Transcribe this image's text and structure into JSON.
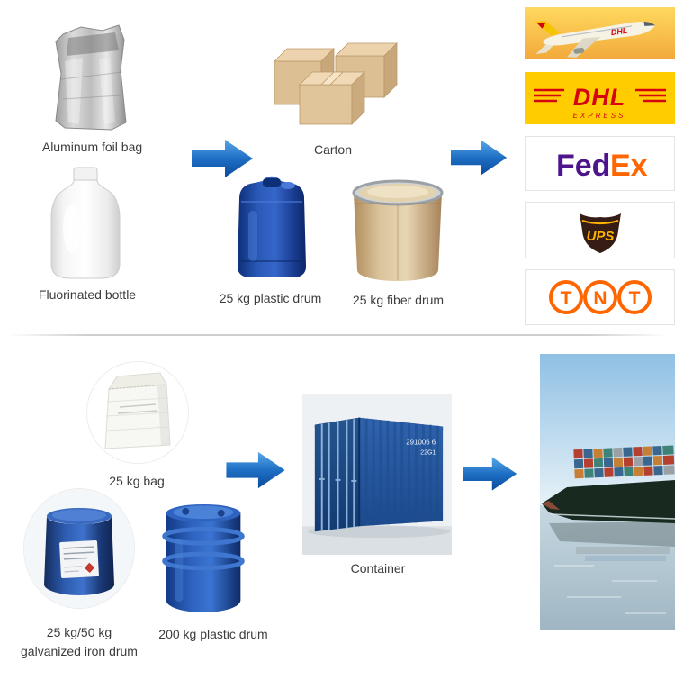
{
  "labels": {
    "aluminum_foil_bag": "Aluminum foil bag",
    "carton": "Carton",
    "fluorinated_bottle": "Fluorinated bottle",
    "plastic_drum_25kg": "25 kg plastic drum",
    "fiber_drum_25kg": "25 kg fiber drum",
    "bag_25kg": "25 kg bag",
    "container": "Container",
    "iron_drum_line1": "25 kg/50 kg",
    "iron_drum_line2": "galvanized iron drum",
    "plastic_drum_200kg": "200 kg plastic drum"
  },
  "carriers": {
    "plane": {
      "fuselage_text": "DHL"
    },
    "dhl": {
      "wordmark": "DHL",
      "tagline": "EXPRESS"
    },
    "fedex": {
      "part1": "Fed",
      "part2": "Ex"
    },
    "ups": {
      "wordmark": "UPS"
    },
    "tnt": {
      "letters": [
        "T",
        "N",
        "T"
      ]
    }
  },
  "container_markings": {
    "code": "291006 6",
    "type_code": "22G1"
  },
  "colors": {
    "arrow_blue_light": "#58a7e8",
    "arrow_blue_dark": "#0b4a9b",
    "dhl_yellow": "#FFCC00",
    "dhl_red": "#D40511",
    "fedex_purple": "#4D148C",
    "fedex_orange": "#FF6600",
    "ups_brown": "#351C15",
    "ups_gold": "#FFB500",
    "tnt_orange": "#FF6600",
    "label_text": "#3c3c3c",
    "drum_blue": "#1d4496",
    "fiber_tan": "#d9c49c",
    "container_blue": "#2a5ca8"
  }
}
